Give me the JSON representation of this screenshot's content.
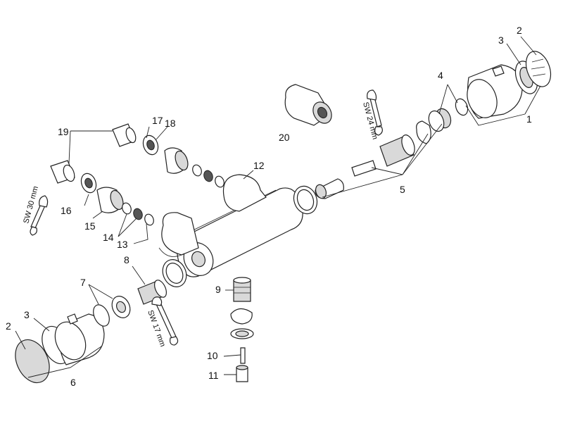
{
  "callouts": {
    "c1": "1",
    "c2_top": "2",
    "c3_top": "3",
    "c4": "4",
    "c5": "5",
    "c6": "6",
    "c2_bottom": "2",
    "c3_bottom": "3",
    "c7": "7",
    "c8": "8",
    "c9": "9",
    "c10": "10",
    "c11": "11",
    "c12": "12",
    "c13": "13",
    "c14": "14",
    "c15": "15",
    "c16": "16",
    "c17": "17",
    "c18": "18",
    "c19": "19",
    "c20": "20"
  },
  "wrench_labels": {
    "sw30": "SW 30 mm",
    "sw24": "SW 24 mm",
    "sw17": "SW 17 mm"
  }
}
